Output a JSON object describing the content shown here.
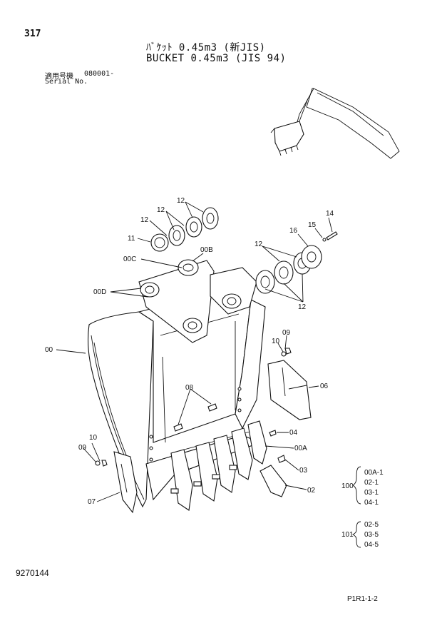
{
  "header": {
    "page_number": "317",
    "title_jp": "ﾊﾞｹｯﾄ 0.45m3 (新JIS)",
    "title_en": "BUCKET 0.45m3 (JIS 94)",
    "serial_label_jp": "適用号機",
    "serial_label_en": "Serial No.",
    "serial_value": "080001-"
  },
  "callouts": {
    "c12a": "12",
    "c12b": "12",
    "c12c": "12",
    "c12d": "12",
    "c11": "11",
    "c00c": "00C",
    "c00b": "00B",
    "c00d": "00D",
    "c00": "00",
    "c14": "14",
    "c15": "15",
    "c16": "16",
    "c09r": "09",
    "c10r": "10",
    "c06": "06",
    "c08": "08",
    "c04": "04",
    "c00a": "00A",
    "c03": "03",
    "c02": "02",
    "c10l": "10",
    "c09l": "09",
    "c07": "07"
  },
  "kits": [
    {
      "number": "100",
      "items": [
        "00A-1",
        "02-1",
        "03-1",
        "04-1"
      ]
    },
    {
      "number": "101",
      "items": [
        "02-5",
        "03-5",
        "04-5"
      ]
    }
  ],
  "footer": {
    "drawing_code": "9270144",
    "page_ref": "P1R1-1-2"
  }
}
